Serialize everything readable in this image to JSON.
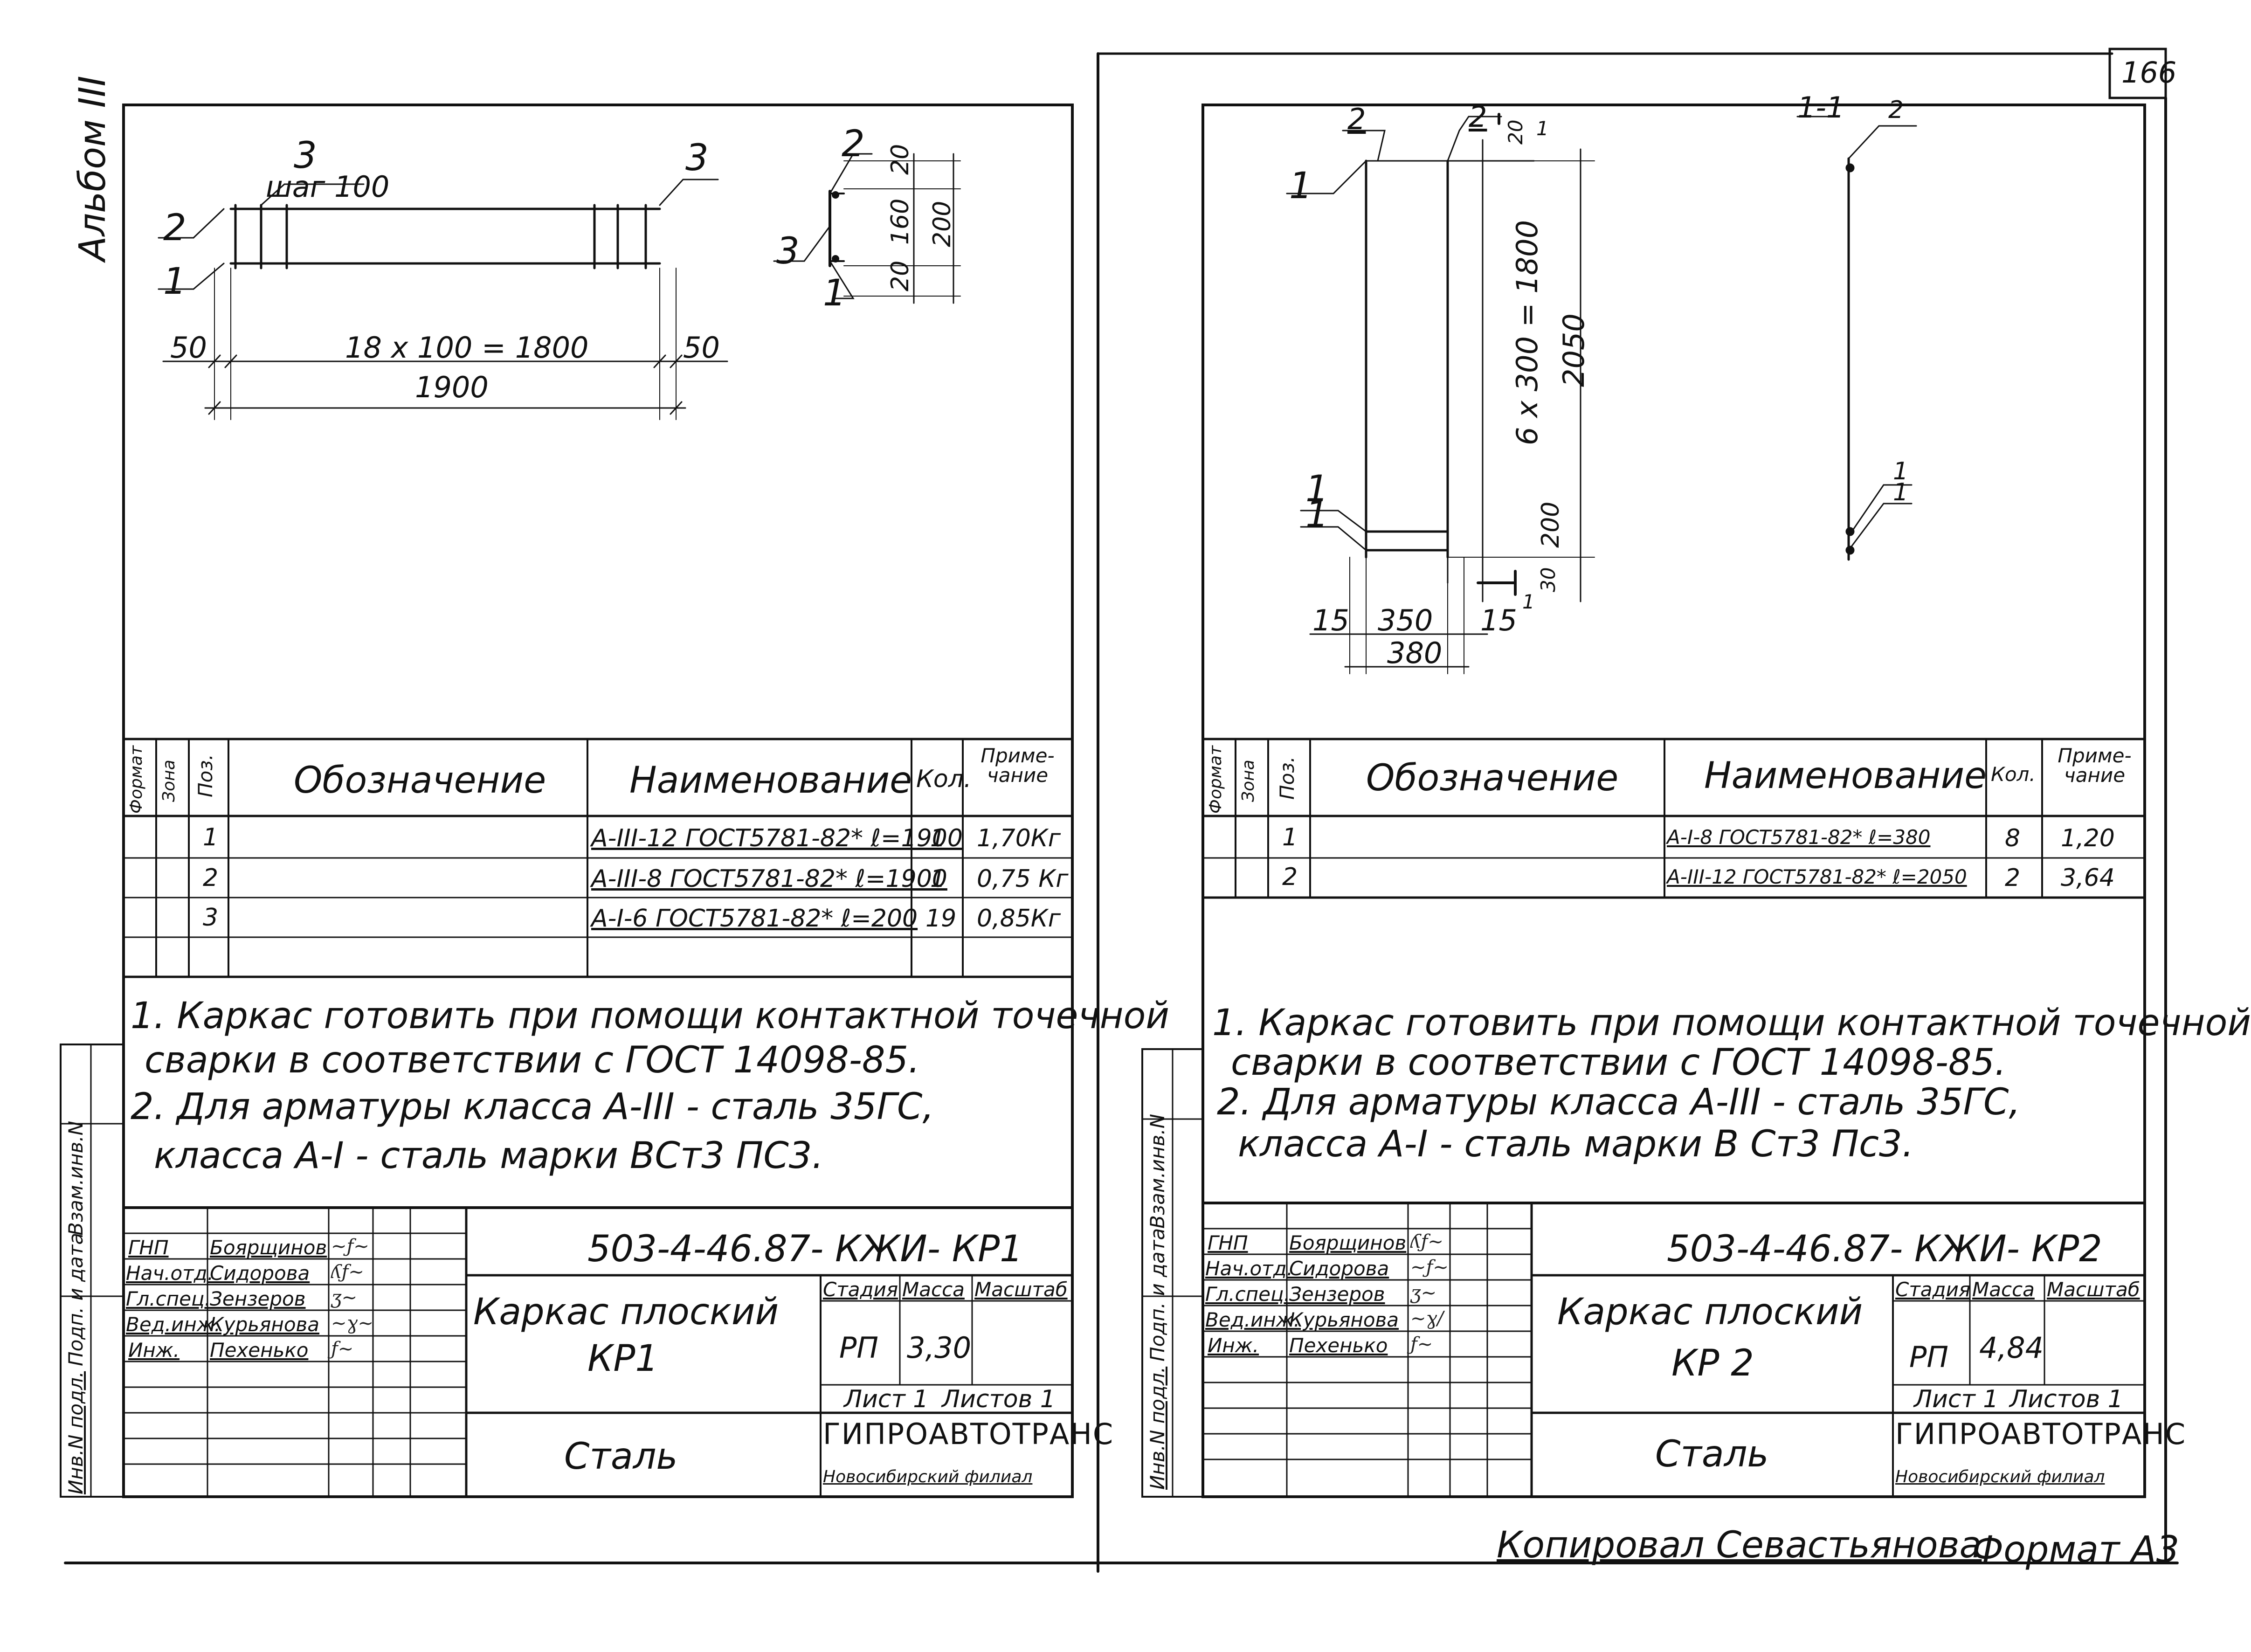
{
  "page_number": "166",
  "album_label": "Альбом III",
  "footer": {
    "copied_by": "Копировал Севастьянова",
    "format": "Формат А3"
  },
  "side_labels": {
    "inv": "Инв.N подл.",
    "sign_date": "Подп. и дата",
    "vzam": "Взам.инв.N"
  },
  "sheets": [
    {
      "id": "KP1",
      "drawing": {
        "labels": [
          "3",
          "шаг 100",
          "3",
          "2",
          "1",
          "50",
          "18 x 100 = 1800",
          "50",
          "1900"
        ],
        "section_labels": [
          "2",
          "3",
          "1",
          "20",
          "160",
          "200",
          "20"
        ]
      },
      "spec": {
        "headers": {
          "format": "Формат",
          "zone": "Зона",
          "pos": "Поз.",
          "designation": "Обозначение",
          "name": "Наименование",
          "qty": "Кол.",
          "note": "Приме-чание"
        },
        "rows": [
          {
            "pos": "1",
            "name": "А-III-12 ГОСТ5781-82* ℓ=1900",
            "qty": "1",
            "note": "1,70Кг"
          },
          {
            "pos": "2",
            "name": "А-III-8 ГОСТ5781-82* ℓ=1900",
            "qty": "1",
            "note": "0,75 Кг"
          },
          {
            "pos": "3",
            "name": "А-I-6 ГОСТ5781-82* ℓ=200",
            "qty": "19",
            "note": "0,85Кг"
          }
        ]
      },
      "notes": [
        "1. Каркас готовить при помощи контактной точечной",
        "сварки в соответствии с ГОСТ 14098-85.",
        "2. Для арматуры класса А-III - сталь 35ГС,",
        "класса А-I - сталь марки ВСт3 ПС3."
      ],
      "title_block": {
        "code": "503-4-46.87- КЖИ- КР1",
        "title_line1": "Каркас плоский",
        "title_line2": "КР1",
        "material": "Сталь",
        "stage_label": "Стадия",
        "mass_label": "Масса",
        "scale_label": "Масштаб",
        "stage": "РП",
        "mass": "3,30",
        "sheet": "Лист 1",
        "sheets": "Листов 1",
        "org": "ГИПРОАВТОТРАНС",
        "org_sub": "Новосибирский филиал",
        "signatures": [
          {
            "role": "ГНП",
            "name": "Боярщинов"
          },
          {
            "role": "Нач.отд.",
            "name": "Сидорова"
          },
          {
            "role": "Гл.спец.",
            "name": "Зензеров"
          },
          {
            "role": "Вед.инж.",
            "name": "Курьянова"
          },
          {
            "role": "Инж.",
            "name": "Пехенько"
          }
        ]
      }
    },
    {
      "id": "KP2",
      "drawing": {
        "labels": [
          "2",
          "2",
          "1",
          "1",
          "6 x 300 = 1800",
          "2050",
          "200",
          "30",
          "1",
          "1",
          "1",
          "15",
          "350",
          "15",
          "380",
          "20"
        ],
        "section_labels": [
          "1-1",
          "2",
          "1",
          "1"
        ]
      },
      "spec": {
        "headers": {
          "format": "Формат",
          "zone": "Зона",
          "pos": "Поз.",
          "designation": "Обозначение",
          "name": "Наименование",
          "qty": "Кол.",
          "note": "Приме-чание"
        },
        "rows": [
          {
            "pos": "1",
            "name": "А-I-8 ГОСТ5781-82* ℓ=380",
            "qty": "8",
            "note": "1,20"
          },
          {
            "pos": "2",
            "name": "А-III-12 ГОСТ5781-82* ℓ=2050",
            "qty": "2",
            "note": "3,64"
          }
        ]
      },
      "notes": [
        "1. Каркас готовить при помощи контактной точечной",
        "сварки в соответствии с ГОСТ 14098-85.",
        "2. Для арматуры класса А-III - сталь 35ГС,",
        "класса А-I - сталь марки В Ст3 Пс3."
      ],
      "title_block": {
        "code": "503-4-46.87- КЖИ- КР2",
        "title_line1": "Каркас плоский",
        "title_line2": "КР 2",
        "material": "Сталь",
        "stage_label": "Стадия",
        "mass_label": "Масса",
        "scale_label": "Масштаб",
        "stage": "РП",
        "mass": "4,84",
        "sheet": "Лист 1",
        "sheets": "Листов 1",
        "org": "ГИПРОАВТОТРАНС",
        "org_sub": "Новосибирский филиал",
        "signatures": [
          {
            "role": "ГНП",
            "name": "Боярщинов"
          },
          {
            "role": "Нач.отд.",
            "name": "Сидорова"
          },
          {
            "role": "Гл.спец.",
            "name": "Зензеров"
          },
          {
            "role": "Вед.инж.",
            "name": "Курьянова"
          },
          {
            "role": "Инж.",
            "name": "Пехенько"
          }
        ]
      }
    }
  ]
}
